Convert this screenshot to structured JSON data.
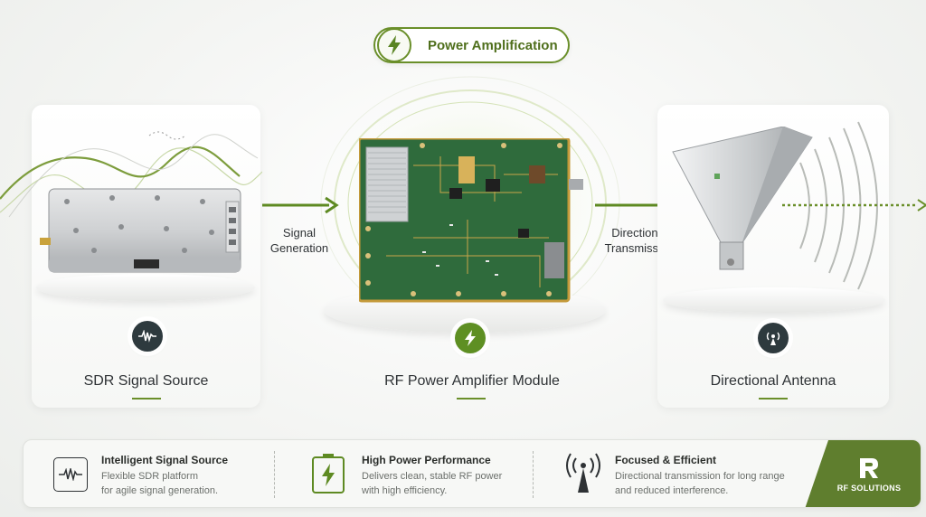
{
  "header": {
    "pill_label": "Power Amplification",
    "pill_icon": "lightning-bolt-icon"
  },
  "flow": {
    "label_signal": [
      "Signal",
      "Generation"
    ],
    "label_directional": [
      "Directional",
      "Transmission"
    ]
  },
  "stages": [
    {
      "title": "SDR Signal Source",
      "icon": "waveform-icon"
    },
    {
      "title": "RF Power Amplifier Module",
      "icon": "lightning-bolt-icon"
    },
    {
      "title": "Directional Antenna",
      "icon": "antenna-broadcast-icon"
    }
  ],
  "features": [
    {
      "title": "Intelligent Signal Source",
      "desc": [
        "Flexible SDR platform",
        "for agile signal generation."
      ],
      "icon": "waveform-icon"
    },
    {
      "title": "High Power Performance",
      "desc": [
        "Delivers clean, stable RF power",
        "with high efficiency."
      ],
      "icon": "battery-bolt-icon"
    },
    {
      "title": "Focused & Efficient",
      "desc": [
        "Directional transmission for long range",
        "and reduced interference."
      ],
      "icon": "antenna-tower-icon"
    }
  ],
  "brand": {
    "name": "RF SOLUTIONS",
    "logo": "rf-logo-icon"
  },
  "colors": {
    "accent": "#6a8f2a",
    "brand_bg": "#5f7e2e",
    "icon_dark": "#2e3a3e",
    "pcb_green": "#2f6b3c"
  }
}
